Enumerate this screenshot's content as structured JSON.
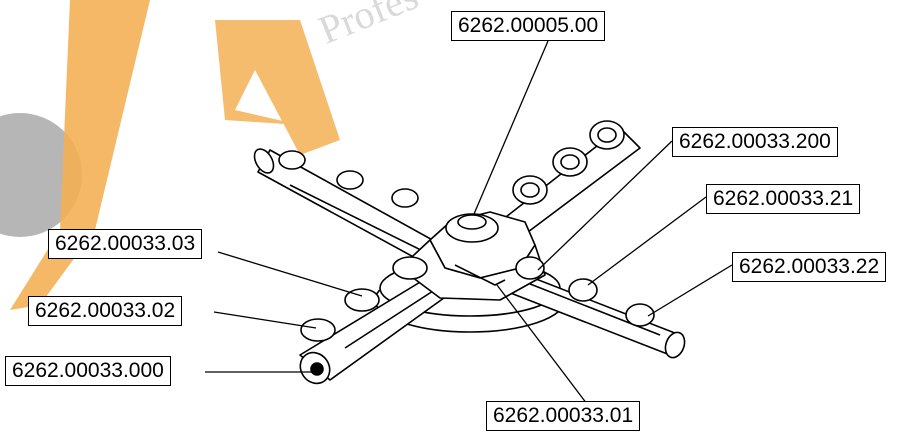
{
  "diagram": {
    "watermark": "Profes",
    "callouts": [
      {
        "id": "c1",
        "label": "6262.00005.00"
      },
      {
        "id": "c2",
        "label": "6262.00033.200"
      },
      {
        "id": "c3",
        "label": "6262.00033.21"
      },
      {
        "id": "c4",
        "label": "6262.00033.22"
      },
      {
        "id": "c5",
        "label": "6262.00033.03"
      },
      {
        "id": "c6",
        "label": "6262.00033.02"
      },
      {
        "id": "c7",
        "label": "6262.00033.000"
      },
      {
        "id": "c8",
        "label": "6262.00033.01"
      }
    ]
  },
  "colors": {
    "logo_orange": "#f0a033",
    "logo_gray": "#a8a8a8",
    "line": "#000000",
    "part_fill": "#ffffff"
  }
}
